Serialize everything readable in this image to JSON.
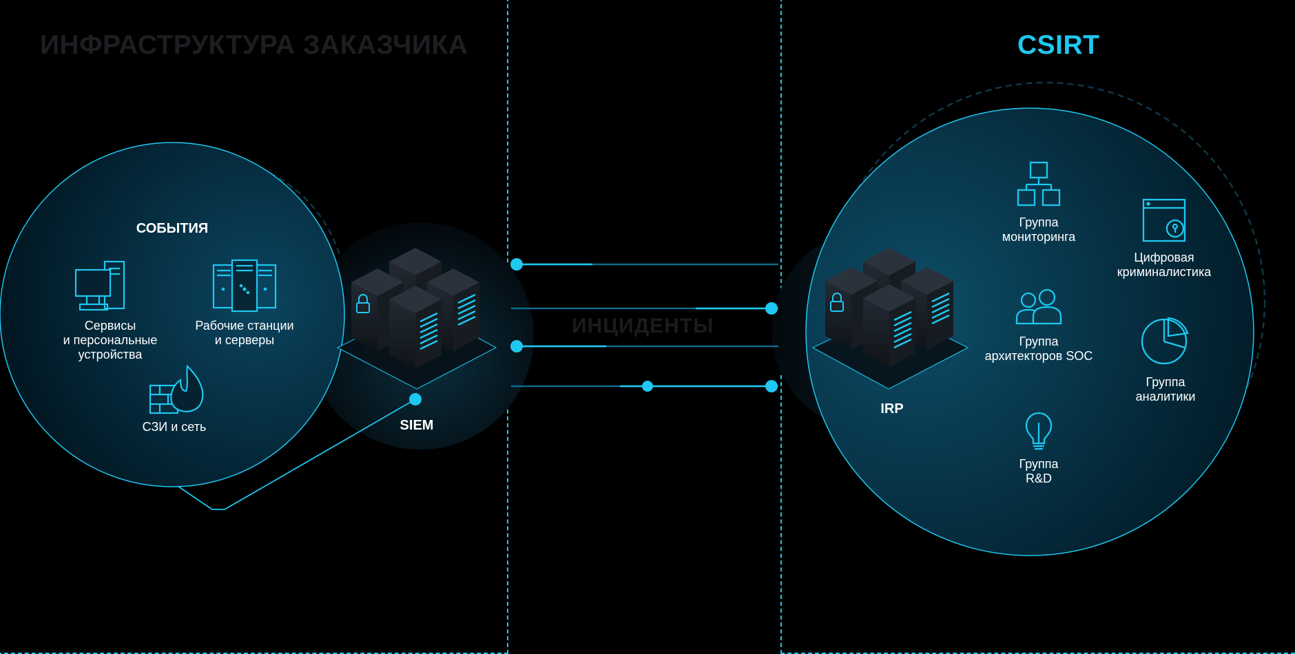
{
  "colors": {
    "accent": "#1ec8f0",
    "circle_dark": "#001520",
    "circle_light": "#0a3f55",
    "faded_title": "#1e1e22",
    "line_dark": "#0e6a8a"
  },
  "zones": {
    "customer": {
      "title": "ИНФРАСТРУКТУРА ЗАКАЗЧИКА"
    },
    "csirt": {
      "title": "CSIRT"
    }
  },
  "incidents_label": "ИНЦИДЕНТЫ",
  "events": {
    "title": "СОБЫТИЯ",
    "items": [
      {
        "icon": "computer-icon",
        "label": "Сервисы\nи персональные\nустройства"
      },
      {
        "icon": "server-rack-icon",
        "label": "Рабочие станции\nи серверы"
      },
      {
        "icon": "firewall-icon",
        "label": "СЗИ и сеть"
      }
    ]
  },
  "siem": {
    "label": "SIEM",
    "icon": "server-cluster-lock-icon"
  },
  "irp": {
    "label": "IRP",
    "icon": "server-cluster-lock-icon"
  },
  "csirt_groups": [
    {
      "icon": "hierarchy-icon",
      "label": "Группа\nмониторинга"
    },
    {
      "icon": "browser-lock-icon",
      "label": "Цифровая\nкриминалистика"
    },
    {
      "icon": "users-icon",
      "label": "Группа\nархитекторов SOC"
    },
    {
      "icon": "pie-chart-icon",
      "label": "Группа\nаналитики"
    },
    {
      "icon": "lightbulb-icon",
      "label": "Группа\nR&D"
    }
  ]
}
